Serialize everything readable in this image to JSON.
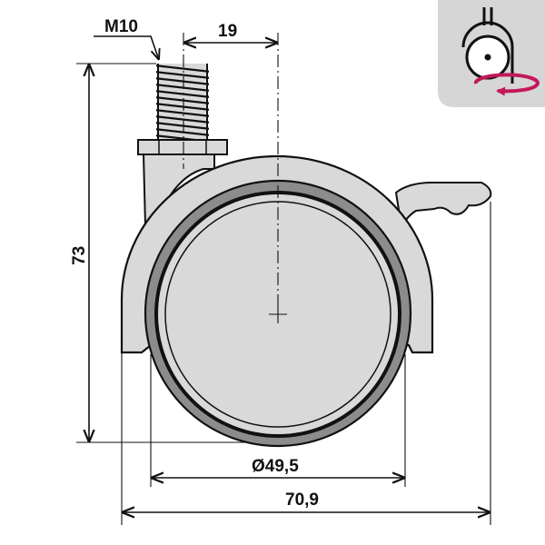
{
  "drawing": {
    "colors": {
      "line": "#111111",
      "part_fill": "#d9d9d9",
      "tread_fill": "#8c8c8c",
      "badge_fill": "#d6d6d6",
      "rotation_arrow": "#c2185b"
    },
    "dimensions": {
      "thread": "M10",
      "stem_offset": "19",
      "height": "73",
      "wheel_diameter": "Ø49,5",
      "overall_width": "70,9"
    },
    "icons": [
      "swivel-rotation-icon"
    ]
  }
}
